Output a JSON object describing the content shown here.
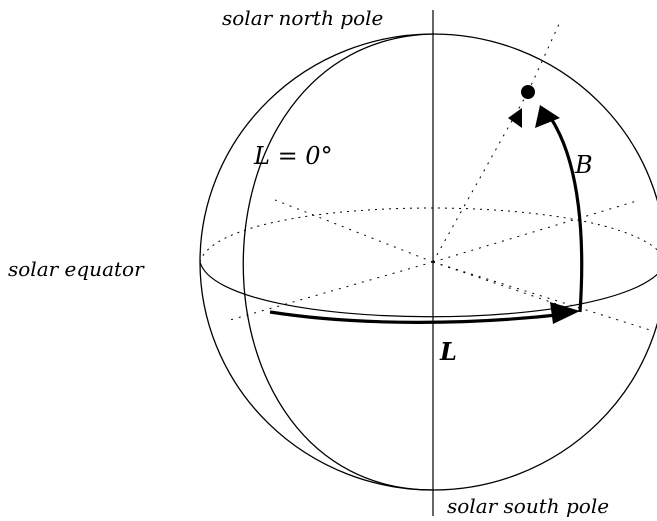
{
  "labels": {
    "north_pole": "solar north pole",
    "south_pole": "solar south pole",
    "equator": "solar equator",
    "zero_meridian": "L = 0°",
    "longitude": "L",
    "latitude": "B"
  },
  "colors": {
    "ink": "#000000",
    "background": "#ffffff"
  }
}
